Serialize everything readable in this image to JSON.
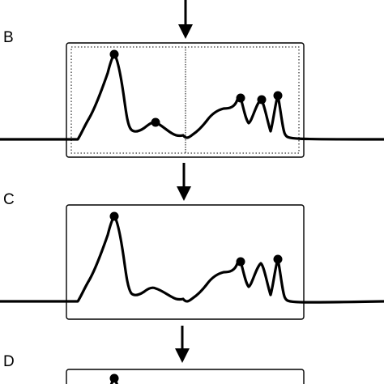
{
  "panels": [
    {
      "label": "B"
    },
    {
      "label": "C"
    },
    {
      "label": "D"
    }
  ],
  "colors": {
    "ink": "#000000",
    "background": "#ffffff"
  }
}
